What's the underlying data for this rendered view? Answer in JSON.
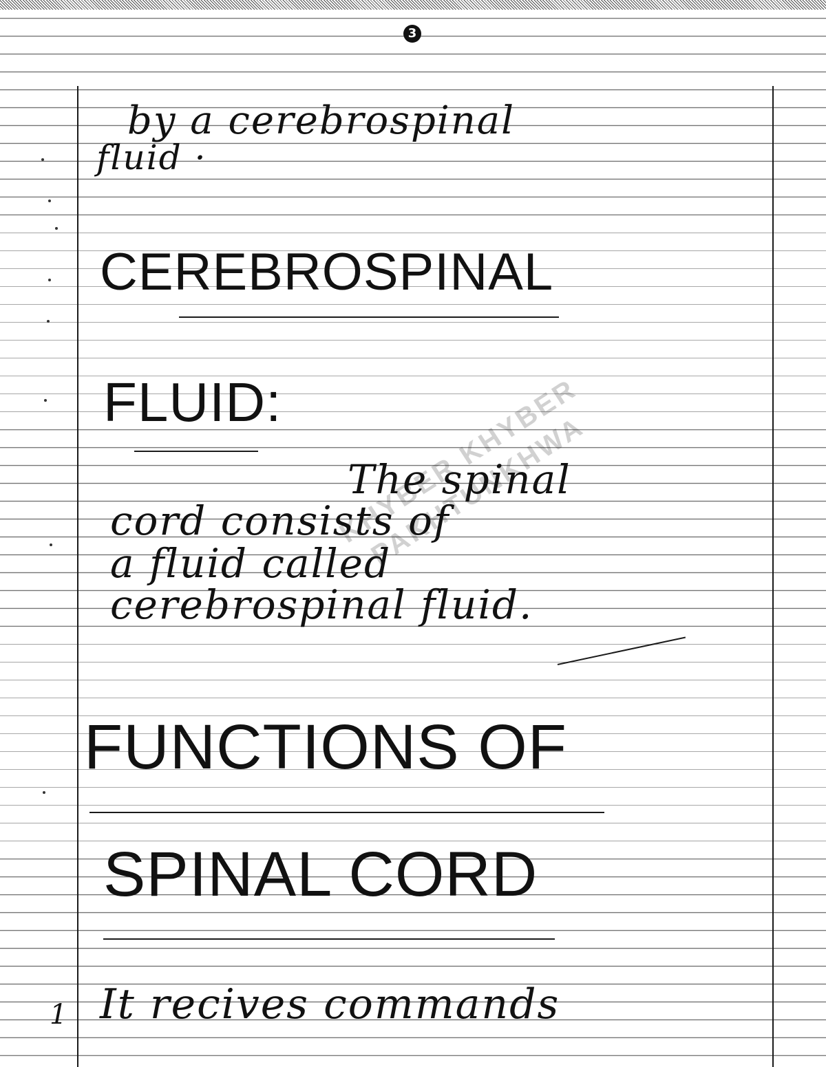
{
  "page_number": "3",
  "lines": {
    "line1": "by     a     cerebrospinal",
    "line2": "fluid ·",
    "heading1_line1": "CEREBROSPINAL",
    "heading1_line2": "FLUID:",
    "para_line1": "The   spinal",
    "para_line2": "cord    consists    of",
    "para_line3": "a      fluid     called",
    "para_line4": "cerebrospinal    fluid.",
    "heading2_line1": "FUNCTIONS  OF",
    "heading2_line2": "SPINAL  CORD",
    "item_number": "1",
    "item1_text": "It     recives     commands"
  },
  "watermark": "KHYBER  KHYBER  PAKHTUNKHWA"
}
